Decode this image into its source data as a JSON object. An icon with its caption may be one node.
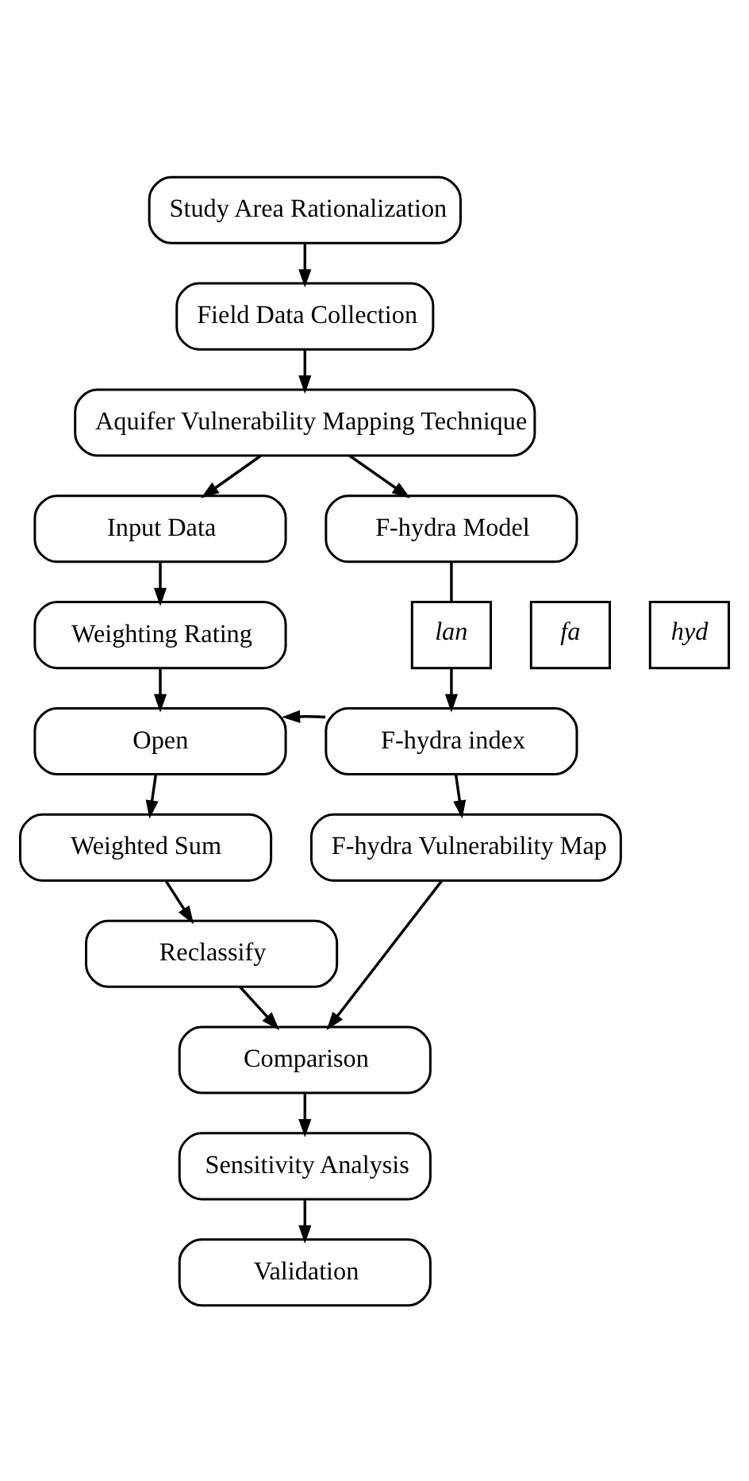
{
  "diagram": {
    "nodes": [
      {
        "text": [
          "Study Area Rationalization"
        ]
      },
      {
        "text": [
          "Field Data Collection"
        ]
      },
      {
        "text": [
          "Aquifer Vulnerability Mapping Technique"
        ]
      },
      {
        "text": [
          "Input Data"
        ]
      },
      {
        "text": [
          "F-hydra Model"
        ]
      },
      {
        "text": [
          "fa"
        ]
      },
      {
        "text": [
          "lan"
        ]
      },
      {
        "text": [
          "hyd"
        ]
      },
      {
        "text": [
          "Weighting Rating"
        ]
      },
      {
        "text": [
          "Open"
        ]
      },
      {
        "text": [
          "F-hydra index"
        ]
      },
      {
        "text": [
          "Weighted Sum"
        ]
      },
      {
        "text": [
          "F-hydra Vulnerability Map"
        ]
      },
      {
        "text": [
          "Reclassify"
        ]
      },
      {
        "text": [
          "Comparison"
        ]
      },
      {
        "text": [
          "Sensitivity Analysis"
        ]
      },
      {
        "text": [
          "Validation"
        ]
      }
    ],
    "edges": [
      {
        "from": 0,
        "to": 1,
        "arrow": "to"
      },
      {
        "from": 1,
        "to": 2,
        "arrow": "to"
      },
      {
        "from": 2,
        "to": 3,
        "arrow": "to"
      },
      {
        "from": 2,
        "to": 4,
        "arrow": "to"
      },
      {
        "from": 3,
        "to": 8,
        "arrow": "to"
      },
      {
        "from": 4,
        "to": 6,
        "arrow": "none"
      },
      {
        "from": 6,
        "to": 10,
        "arrow": "to"
      },
      {
        "from": 8,
        "to": 9,
        "arrow": "to"
      },
      {
        "from": 10,
        "to": 9,
        "arrow": "to"
      },
      {
        "from": 9,
        "to": 11,
        "arrow": "to"
      },
      {
        "from": 10,
        "to": 12,
        "arrow": "to"
      },
      {
        "from": 11,
        "to": 13,
        "arrow": "to"
      },
      {
        "from": 13,
        "to": 14,
        "arrow": "to"
      },
      {
        "from": 12,
        "to": 14,
        "arrow": "to"
      },
      {
        "from": 14,
        "to": 15,
        "arrow": "to"
      },
      {
        "from": 15,
        "to": 16,
        "arrow": "to"
      }
    ]
  }
}
